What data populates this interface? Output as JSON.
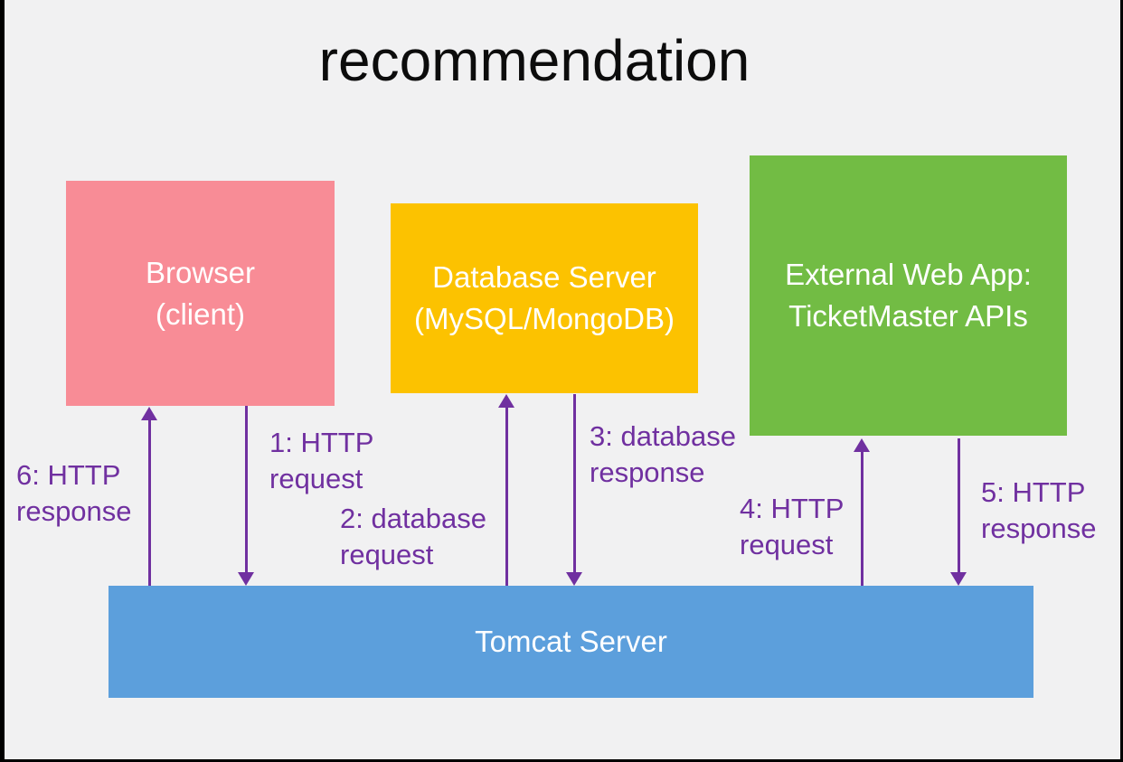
{
  "title": "recommendation",
  "colors": {
    "background": "#F1F1F2",
    "browser": "#F88C96",
    "database": "#FCC200",
    "external": "#72BC44",
    "tomcat": "#5C9FDC",
    "arrow": "#7030A0",
    "node_text": "#FFFFFF",
    "title_text": "#0C0C0C"
  },
  "nodes": {
    "browser": {
      "label": "Browser\n(client)"
    },
    "database": {
      "label": "Database Server\n(MySQL/MongoDB)"
    },
    "external": {
      "label": "External Web App:\nTicketMaster APIs"
    },
    "tomcat": {
      "label": "Tomcat Server"
    }
  },
  "arrows": {
    "a1": {
      "label": "1: HTTP\nrequest",
      "direction": "down",
      "from": "Browser (client)",
      "to": "Tomcat Server"
    },
    "a2": {
      "label": "2: database\nrequest",
      "direction": "up",
      "from": "Tomcat Server",
      "to": "Database Server (MySQL/MongoDB)"
    },
    "a3": {
      "label": "3: database\nresponse",
      "direction": "down",
      "from": "Database Server (MySQL/MongoDB)",
      "to": "Tomcat Server"
    },
    "a4": {
      "label": "4: HTTP\nrequest",
      "direction": "up",
      "from": "Tomcat Server",
      "to": "External Web App: TicketMaster APIs"
    },
    "a5": {
      "label": "5: HTTP\nresponse",
      "direction": "down",
      "from": "External Web App: TicketMaster APIs",
      "to": "Tomcat Server"
    },
    "a6": {
      "label": "6: HTTP\nresponse",
      "direction": "up",
      "from": "Tomcat Server",
      "to": "Browser (client)"
    }
  }
}
